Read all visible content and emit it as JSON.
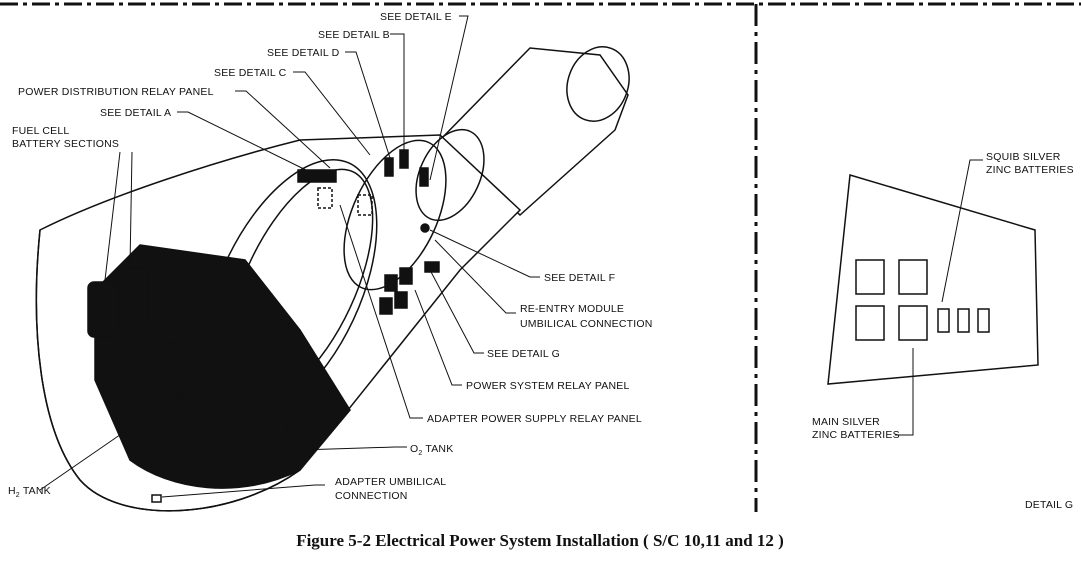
{
  "labels": {
    "see_detail_e": "SEE DETAIL E",
    "see_detail_b": "SEE DETAIL B",
    "see_detail_d": "SEE DETAIL D",
    "see_detail_c": "SEE DETAIL C",
    "power_distribution_relay_panel": "POWER DISTRIBUTION RELAY PANEL",
    "see_detail_a": "SEE DETAIL A",
    "fuel_cell_line1": "FUEL CELL",
    "fuel_cell_line2": "BATTERY SECTIONS",
    "see_detail_f": "SEE DETAIL F",
    "reentry_line1": "RE-ENTRY MODULE",
    "reentry_line2": "UMBILICAL CONNECTION",
    "see_detail_g": "SEE DETAIL G",
    "power_system_relay_panel": "POWER SYSTEM RELAY PANEL",
    "adapter_power_supply_relay_panel": "ADAPTER POWER SUPPLY RELAY PANEL",
    "o2_tank_main": "O",
    "o2_tank_sub": "2",
    "o2_tank_rest": " TANK",
    "h2_tank_main": "H",
    "h2_tank_sub": "2",
    "h2_tank_rest": " TANK",
    "adapter_umbilical_line1": "ADAPTER UMBILICAL",
    "adapter_umbilical_line2": "CONNECTION",
    "squib_line1": "SQUIB SILVER",
    "squib_line2": "ZINC BATTERIES",
    "main_silver_line1": "MAIN SILVER",
    "main_silver_line2": "ZINC BATTERIES",
    "detail_g": "DETAIL G"
  },
  "caption": "Figure 5-2   Electrical Power System Installation ( S/C 10,11 and 12 )"
}
